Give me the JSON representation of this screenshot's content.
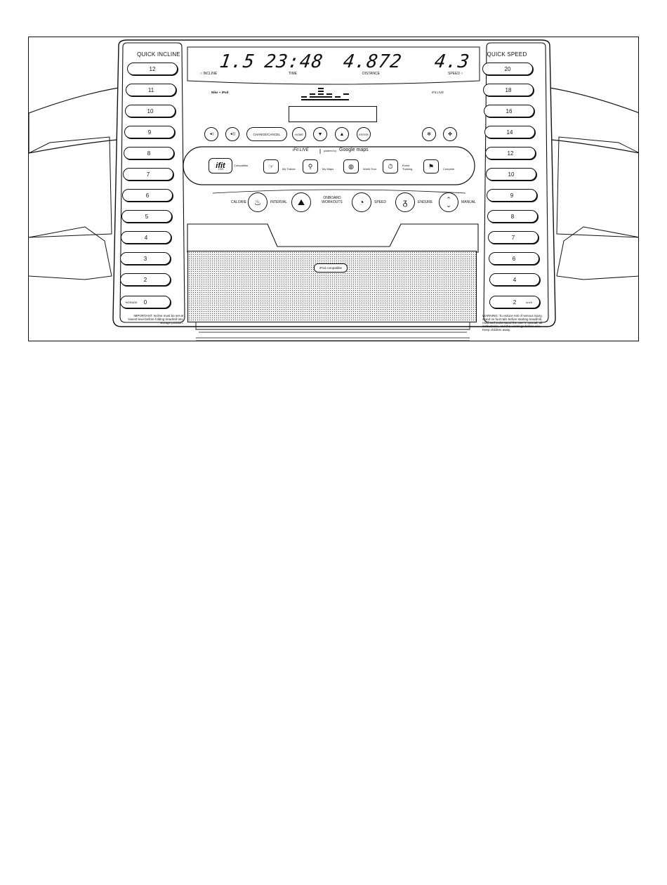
{
  "quick_incline": {
    "title": "QUICK INCLINE",
    "buttons": [
      "12",
      "11",
      "10",
      "9",
      "8",
      "7",
      "6",
      "5",
      "4",
      "3",
      "2",
      "0"
    ],
    "bottom_prefix": "%GRADE",
    "note": "IMPORTANT: Incline must be set at lowest level before folding treadmill into storage position."
  },
  "quick_speed": {
    "title": "QUICK SPEED",
    "buttons": [
      "20",
      "18",
      "16",
      "14",
      "12",
      "10",
      "9",
      "8",
      "7",
      "6",
      "4",
      "2"
    ],
    "unit": "km/h",
    "warning": "WARNING: To reduce risk of serious injury, stand on foot rails before starting treadmill, read and understand the user's manual, all instructions, and the warnings before use. Keep children away."
  },
  "display": {
    "incline": {
      "value": "1.5",
      "label": "INCLINE"
    },
    "time": {
      "value": "23:48",
      "label": "TIME"
    },
    "distance": {
      "value": "4.872",
      "label": "DISTANCE"
    },
    "speed": {
      "value": "4.3",
      "label": "SPEED"
    },
    "nike_ipod": "Nike + iPod",
    "ifit_logo": "iFit LIVE"
  },
  "controls": {
    "vol_down": "◄)",
    "vol_up": "◄))",
    "change_cancel": "CHANGE/CANCEL",
    "home": "HOME",
    "down": "▼",
    "up": "▲",
    "enter": "ENTER",
    "fan_low": "✻",
    "fan_high": "✤"
  },
  "ifit_row": {
    "header_left": "iFit LIVE",
    "header_powered": "powered by",
    "header_google": "Google maps",
    "ifit_button": "ifit",
    "ifit_sub": "LIVE",
    "items": [
      {
        "label": "Compatible"
      },
      {
        "label": "My Trainer"
      },
      {
        "label": "My Maps"
      },
      {
        "label": "World Tour"
      },
      {
        "label": "Event Training"
      },
      {
        "label": "Compete"
      }
    ]
  },
  "workouts": {
    "calorie": "CALORIE",
    "interval": "INTERVAL",
    "onboard": "ONBOARD WORKOUTS",
    "speed": "SPEED",
    "endure": "ENDURE",
    "manual": "MANUAL"
  },
  "ipod_badge": "iPod compatible"
}
